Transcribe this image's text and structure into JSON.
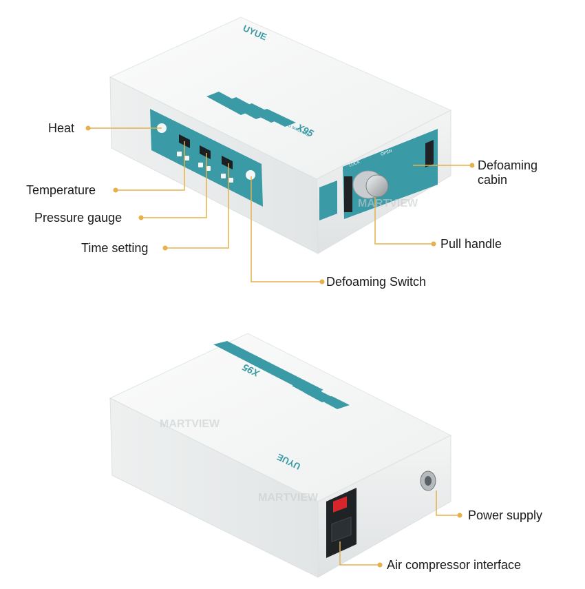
{
  "brand": "UYUE",
  "model": "X95",
  "product_name": "BUBBLE REMOVING MACHINE",
  "watermark": "MARTVIEW",
  "panel_texts": {
    "lock": "LOCK",
    "open": "OPEN"
  },
  "colors": {
    "accent_teal": "#3a9aa6",
    "callout_gold": "#e6b04a",
    "body_white": "#f4f5f5"
  },
  "callouts_top": {
    "heat": "Heat",
    "temperature": "Temperature",
    "pressure_gauge": "Pressure gauge",
    "time_setting": "Time setting",
    "defoaming_switch": "Defoaming Switch",
    "defoaming_cabin": "Defoaming cabin",
    "pull_handle": "Pull handle"
  },
  "callouts_bottom": {
    "power_supply": "Power supply",
    "air_compressor_interface": "Air compressor interface"
  }
}
